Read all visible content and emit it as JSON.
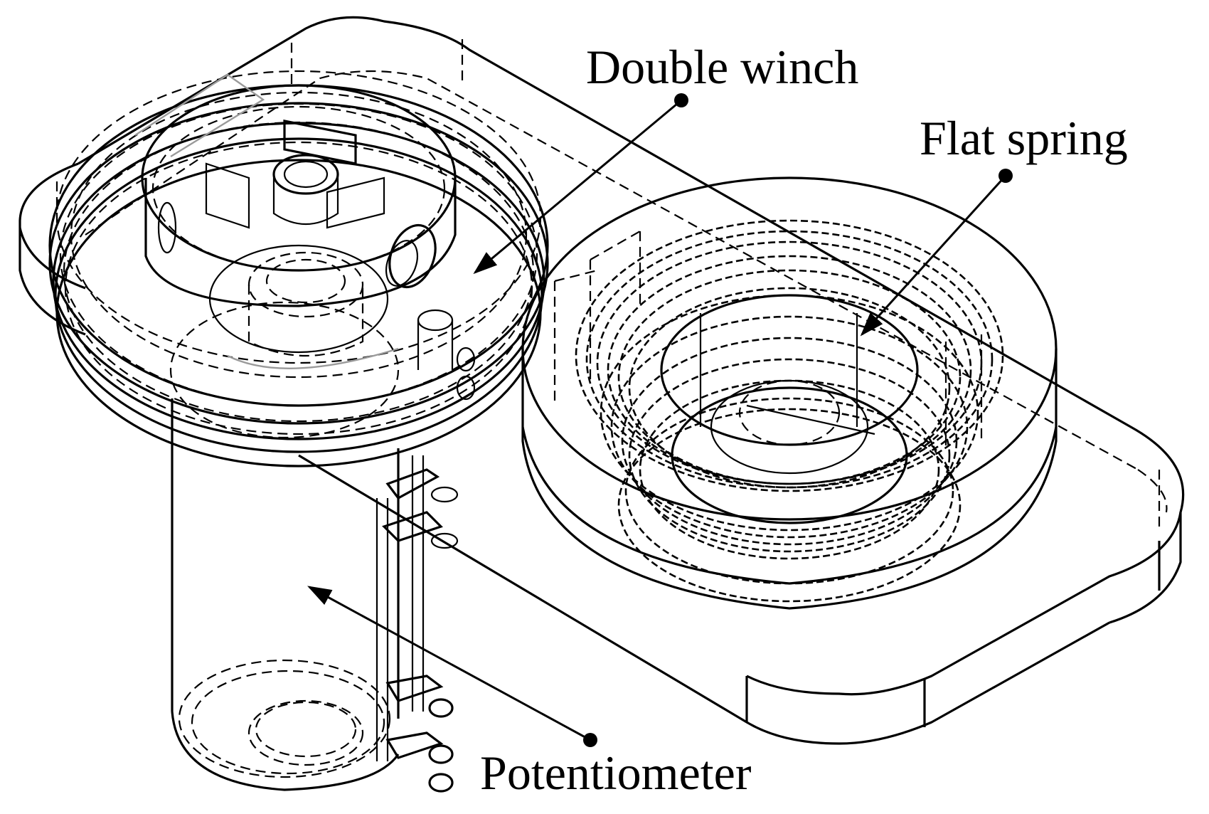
{
  "labels": {
    "double_winch": "Double winch",
    "flat_spring": "Flat spring",
    "potentiometer": "Potentiometer"
  },
  "colors": {
    "line": "#000000",
    "background": "#ffffff"
  }
}
